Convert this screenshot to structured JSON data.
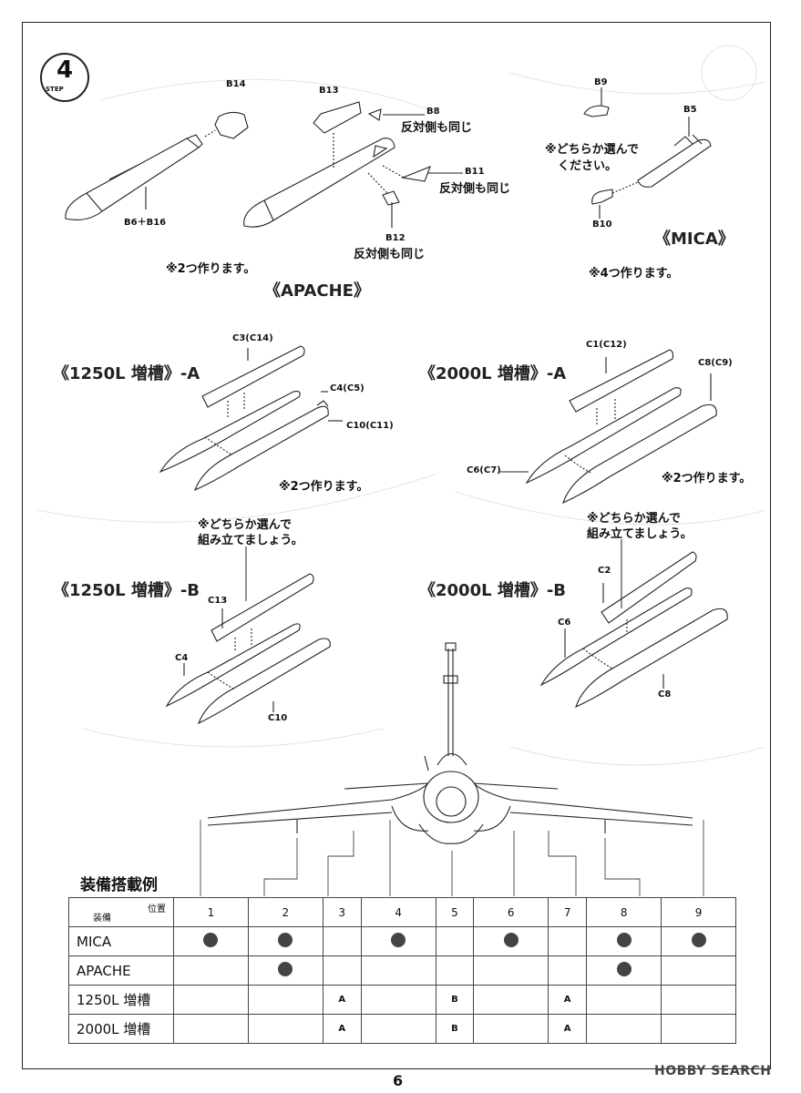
{
  "step": {
    "number": "4",
    "label": "STEP"
  },
  "apache": {
    "title": "《APACHE》",
    "note_make_two": "※2つ作ります。",
    "parts": [
      "B14",
      "B13",
      "B8",
      "B11",
      "B12",
      "B6＋B16"
    ],
    "opposite_b8": "反対側も同じ",
    "opposite_b11": "反対側も同じ",
    "opposite_b12": "反対側も同じ"
  },
  "mica": {
    "title": "《MICA》",
    "note_choose_1": "※どちらか選んで",
    "note_choose_2": "ください。",
    "note_make_four": "※4つ作ります。",
    "parts": [
      "B9",
      "B5",
      "B10"
    ]
  },
  "tank1250a": {
    "title": "《1250L 増槽》-A",
    "parts": [
      "C3(C14)",
      "C4(C5)",
      "C10(C11)"
    ],
    "note": "※2つ作ります。"
  },
  "tank2000a": {
    "title": "《2000L 増槽》-A",
    "parts": [
      "C1(C12)",
      "C8(C9)",
      "C6(C7)"
    ],
    "note": "※2つ作ります。"
  },
  "choose_note_left": {
    "line1": "※どちらか選んで",
    "line2": "組み立てましょう。"
  },
  "choose_note_right": {
    "line1": "※どちらか選んで",
    "line2": "組み立てましょう。"
  },
  "tank1250b": {
    "title": "《1250L 増槽》-B",
    "parts": [
      "C13",
      "C4",
      "C10"
    ]
  },
  "tank2000b": {
    "title": "《2000L 増槽》-B",
    "parts": [
      "C2",
      "C6",
      "C8"
    ]
  },
  "table": {
    "title": "装備搭載例",
    "corner_top": "位置",
    "corner_bottom": "装備",
    "positions": [
      "1",
      "2",
      "3",
      "4",
      "5",
      "6",
      "7",
      "8",
      "9"
    ],
    "rows": [
      {
        "name": "MICA",
        "cells": [
          "dot",
          "dot",
          "",
          "dot",
          "",
          "dot",
          "",
          "dot",
          "dot"
        ]
      },
      {
        "name": "APACHE",
        "cells": [
          "",
          "dot",
          "",
          "",
          "",
          "",
          "",
          "dot",
          ""
        ]
      },
      {
        "name": "1250L 増槽",
        "cells": [
          "",
          "",
          "A",
          "",
          "B",
          "",
          "A",
          "",
          ""
        ]
      },
      {
        "name": "2000L 増槽",
        "cells": [
          "",
          "",
          "A",
          "",
          "B",
          "",
          "A",
          "",
          ""
        ]
      }
    ]
  },
  "page_number": "6",
  "watermark": "HOBBY SEARCH"
}
